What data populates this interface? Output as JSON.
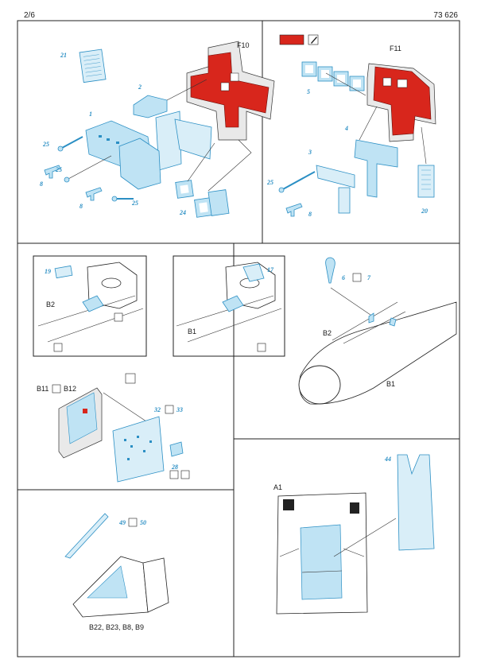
{
  "header": {
    "page": "2/6",
    "code": "73 626"
  },
  "legend": {
    "swatch_color": "#d8261c"
  },
  "colors": {
    "photo_etch": "#2b8fc4",
    "photo_etch_fill": "#bfe3f4",
    "paint_red": "#d8261c"
  },
  "sections": {
    "f10": {
      "title": "F10",
      "parts": [
        "21",
        "2",
        "1",
        "25",
        "8",
        "25",
        "8",
        "25",
        "24"
      ]
    },
    "f11": {
      "title": "F11",
      "parts": [
        "5",
        "4",
        "3",
        "25",
        "8",
        "20"
      ]
    },
    "b2": {
      "title": "B2",
      "part": "19"
    },
    "b1": {
      "title": "B1",
      "part": "17"
    },
    "canopy": {
      "part_a": "6",
      "part_b": "7",
      "label_b2": "B2",
      "label_b1": "B1"
    },
    "b11": {
      "part_a": "B11",
      "part_b": "B12",
      "pe_a": "32",
      "pe_b": "33",
      "pe_c": "28"
    },
    "a1": {
      "title": "A1",
      "part": "44"
    },
    "b22": {
      "part_a": "49",
      "part_b": "50",
      "label": "B22, B23, B8, B9"
    }
  }
}
